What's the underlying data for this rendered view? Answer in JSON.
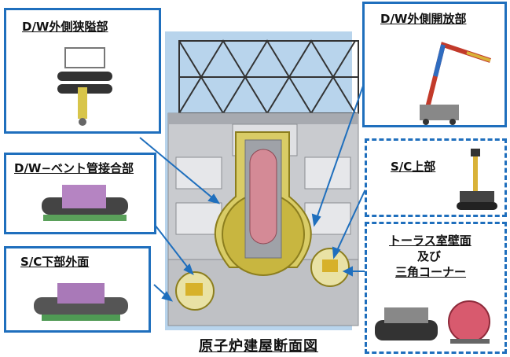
{
  "labels": {
    "dw_outer_narrow": "D/W外側狭隘部",
    "dw_outer_open": "D/W外側開放部",
    "dw_vent_joint": "D/W−ベント管接合部",
    "sc_upper": "S/C上部",
    "sc_lower_outer": "S/C下部外面",
    "torus_wall_line1": "トーラス室壁面",
    "torus_wall_line2": "及び",
    "torus_wall_line3": "三角コーナー"
  },
  "caption": "原子炉建屋断面図",
  "colors": {
    "frame": "#1f6fbd",
    "building": "#c9cbcf",
    "building_dark": "#a7aab0",
    "containment": "#c8b640",
    "vessel": "#d48a96",
    "sky": "#9ec5e6"
  }
}
